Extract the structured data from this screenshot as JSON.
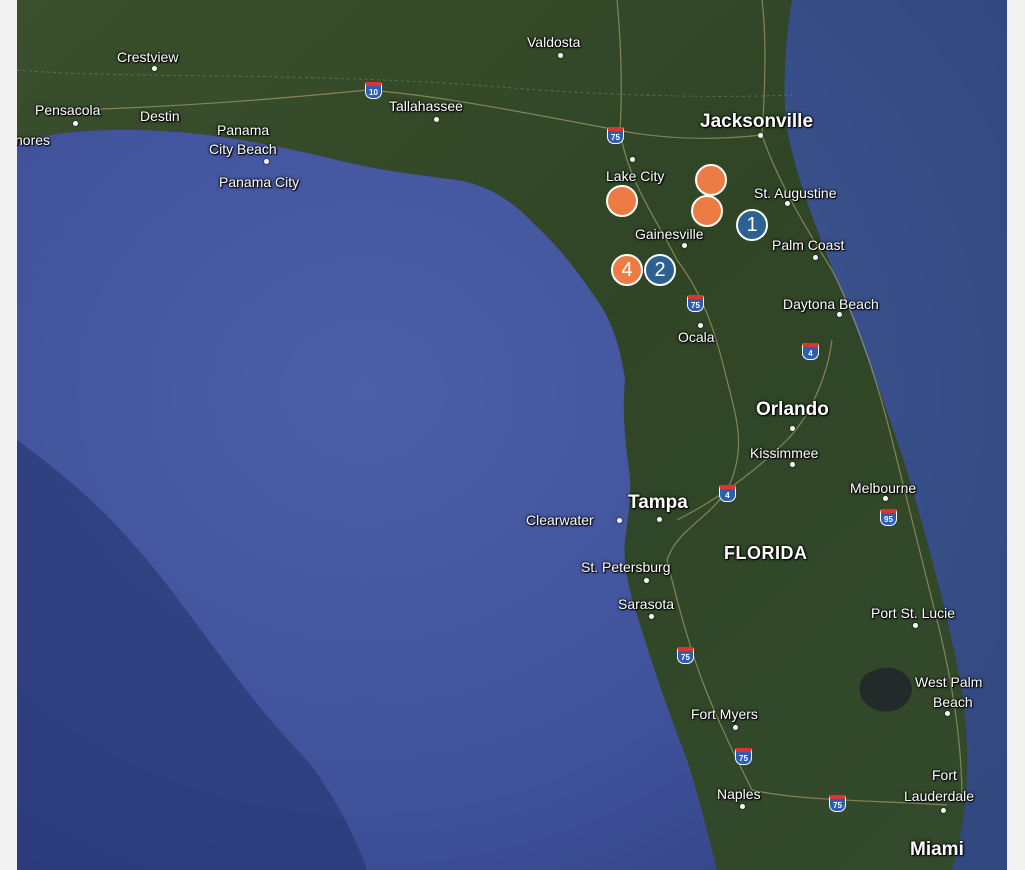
{
  "map": {
    "colors": {
      "water": "#3a4c91",
      "land": "#2f4526",
      "marker_orange": "#ec7c43",
      "marker_blue": "#2c6192"
    },
    "cities": {
      "crestview": "Crestview",
      "pensacola": "Pensacola",
      "shores": "hores",
      "destin": "Destin",
      "panama_city_beach_1": "Panama",
      "panama_city_beach_2": "City Beach",
      "panama_city": "Panama City",
      "tallahassee": "Tallahassee",
      "valdosta": "Valdosta",
      "jacksonville": "Jacksonville",
      "lake_city": "Lake City",
      "st_augustine": "St. Augustine",
      "gainesville": "Gainesville",
      "palm_coast": "Palm Coast",
      "daytona_beach": "Daytona Beach",
      "ocala": "Ocala",
      "orlando": "Orlando",
      "kissimmee": "Kissimmee",
      "melbourne": "Melbourne",
      "tampa": "Tampa",
      "clearwater": "Clearwater",
      "st_petersburg": "St. Petersburg",
      "florida": "FLORIDA",
      "sarasota": "Sarasota",
      "port_st_lucie": "Port St. Lucie",
      "west_palm_beach_1": "West Palm",
      "west_palm_beach_2": "Beach",
      "fort_myers": "Fort Myers",
      "fort_lauderdale_1": "Fort",
      "fort_lauderdale_2": "Lauderdale",
      "naples": "Naples",
      "miami": "Miami"
    },
    "shields": {
      "i10": "10",
      "i75_north": "75",
      "i75_ocala": "75",
      "i4_north": "4",
      "i4_tampa": "4",
      "i95": "95",
      "i75_south": "75",
      "i75_fort_myers": "75",
      "i75_naples": "75"
    },
    "markers": [
      {
        "label": "",
        "color": "orange"
      },
      {
        "label": "",
        "color": "orange"
      },
      {
        "label": "",
        "color": "orange"
      },
      {
        "label": "1",
        "color": "blue"
      },
      {
        "label": "4",
        "color": "orange"
      },
      {
        "label": "2",
        "color": "blue"
      }
    ]
  }
}
